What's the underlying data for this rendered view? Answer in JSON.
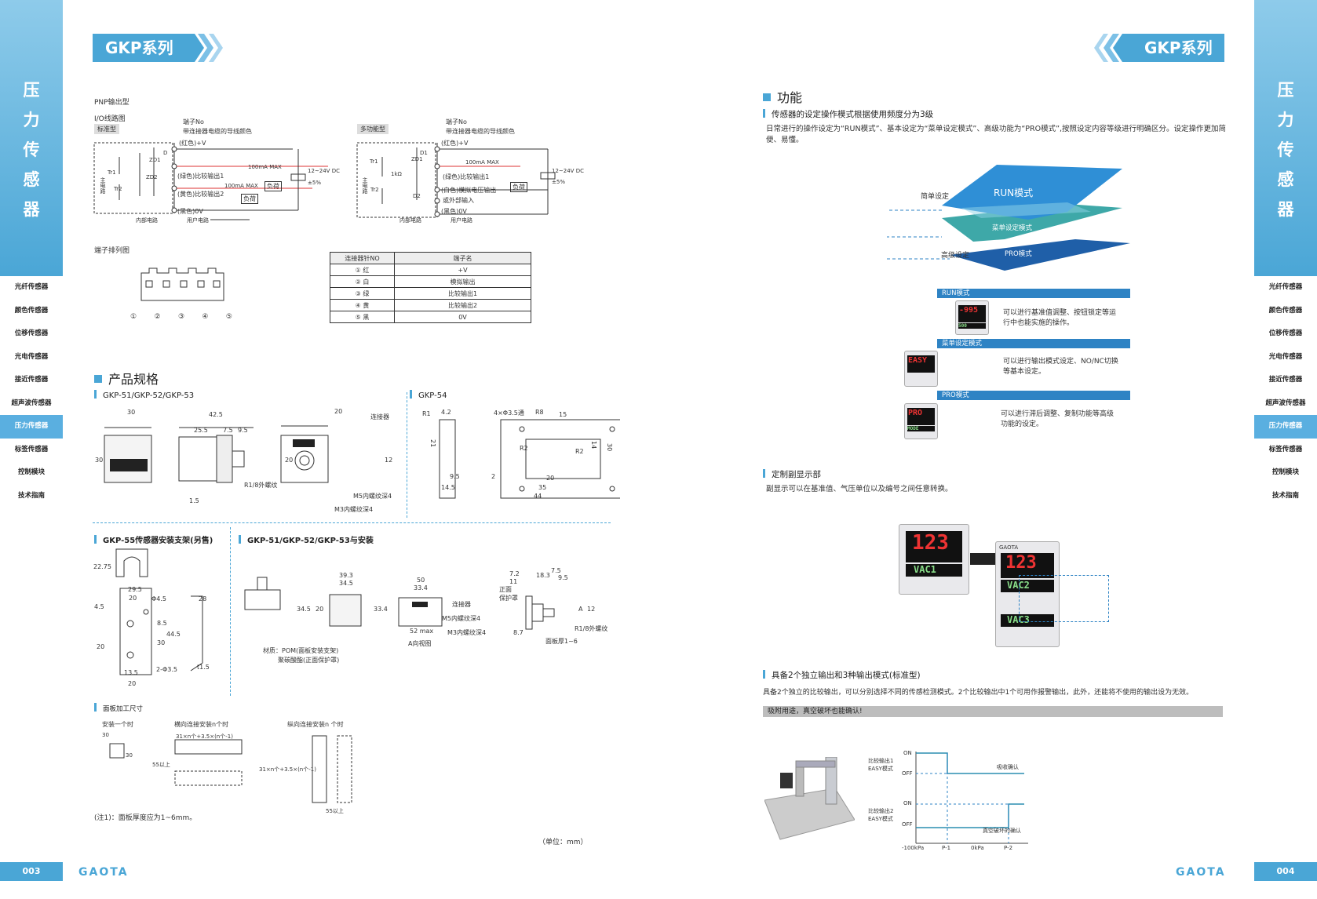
{
  "sidebar": {
    "title_chars": [
      "压",
      "力",
      "传",
      "感",
      "器"
    ],
    "items": [
      "光纤传感器",
      "颜色传感器",
      "位移传感器",
      "光电传感器",
      "接近传感器",
      "超声波传感器",
      "压力传感器",
      "标签传感器",
      "控制模块",
      "技术指南"
    ],
    "active": "压力传感器"
  },
  "header": {
    "left_title": "GKP系列",
    "right_title": "GKP系列"
  },
  "footer": {
    "left_page": "003",
    "right_page": "004",
    "brand": "GAOTA",
    "unit_note": "（单位：mm）"
  },
  "left": {
    "pnp_title": "PNP输出型",
    "io_title": "I/O线路图",
    "std_tag": "标准型",
    "multi_tag": "多功能型",
    "circuit": {
      "terminal_no": "端子No",
      "wire_color": "带连接器电缆的导线颜色",
      "red": "(红色)+V",
      "green": "(绿色)比较输出1",
      "yellow": "(黄色)比较输出2",
      "black": "(黑色)0V",
      "load": "负荷",
      "ma": "100mA MAX",
      "supply": "12~24V DC",
      "tol": "±5%",
      "internal": "内部电路",
      "user": "用户电路",
      "main": "主电路",
      "white": "(白色)模拟电压输出",
      "ext": "或外部输入",
      "tr1": "Tr1",
      "tr2": "Tr2",
      "zd1": "ZD1",
      "zd2": "ZD2",
      "d": "D",
      "d1": "D1",
      "d2": "D2",
      "r1k": "1kΩ"
    },
    "pin_title": "端子排列图",
    "pin_nums": [
      "①",
      "②",
      "③",
      "④",
      "⑤"
    ],
    "pin_table": {
      "headers": [
        "连接器针NO",
        "端子名"
      ],
      "rows": [
        [
          "① 红",
          "+V"
        ],
        [
          "② 白",
          "模拟输出"
        ],
        [
          "③ 绿",
          "比较输出1"
        ],
        [
          "④ 黄",
          "比较输出2"
        ],
        [
          "⑤ 黑",
          "0V"
        ]
      ]
    },
    "spec_title": "产品规格",
    "spec_a": "GKP-51/GKP-52/GKP-53",
    "spec_b": "GKP-54",
    "dims_a": {
      "w30": "30",
      "w42": "42.5",
      "w25": "25.5",
      "w75": "7.5",
      "w95": "9.5",
      "h30": "30",
      "w15": "1.5",
      "thread": "R1/8外螺纹",
      "w20": "20",
      "h20": "20",
      "h12": "12",
      "conn": "连接器",
      "m5": "M5内螺纹深4",
      "m3": "M3内螺纹深4"
    },
    "dims_b": {
      "r1": "R1",
      "w42": "4.2",
      "holes": "4×Φ3.5通",
      "r8": "R8",
      "w15": "15",
      "h30": "30",
      "w145": "14.5",
      "r2": "R2",
      "w2": "2",
      "w20": "20",
      "w35": "35",
      "w44": "44",
      "w95": "9.5",
      "h14": "14",
      "h21": "21"
    },
    "bracket_title": "GKP-55传感器安装支架(另售)",
    "mount_title": "GKP-51/GKP-52/GKP-53与安装",
    "bracket_dims": [
      "22.75",
      "29.5",
      "20",
      "Φ4.5",
      "28",
      "4.5",
      "8.5",
      "44.5",
      "30",
      "20",
      "13.5",
      "2-Φ3.5",
      "t1.5",
      "20"
    ],
    "mount_dims": {
      "a393": "39.3",
      "a345": "34.5",
      "a345b": "34.5",
      "a20": "20",
      "a334": "33.4",
      "a50": "50",
      "a334b": "33.4",
      "a52": "52 max",
      "conn": "连接器",
      "m5": "M5内螺纹深4",
      "m3": "M3内螺纹深4",
      "aview": "A向视图",
      "a72": "7.2",
      "a11": "11",
      "a183": "18.3",
      "a75": "7.5",
      "a95": "9.5",
      "front": "正面",
      "guard": "保护罩",
      "a": "A",
      "a12": "12",
      "a87": "8.7",
      "r18": "R1/8外螺纹",
      "panel": "面板厚1~6"
    },
    "material": "材质：POM(面板安装支架)",
    "material2": "聚碳酸酯(正面保护罩)",
    "panel_title": "面板加工尺寸",
    "panel_single": "安装一个时",
    "panel_h": "横向连接安装n个时",
    "panel_v": "纵向连接安装n 个时",
    "panel_dims": {
      "d30": "30",
      "d30b": "30",
      "formula_h": "31×n个+3.5×(n个-1)",
      "d55": "55以上",
      "formula_v": "31×n个+3.5×(n个-1)",
      "d55b": "55以上"
    },
    "note": "(注1)：面板厚度应为1~6mm。"
  },
  "right": {
    "func_title": "功能",
    "func_sub": "传感器的设定操作模式根据使用频度分为3级",
    "func_text": "日常进行的操作设定为“RUN模式”、基本设定为“菜单设定模式”、高级功能为“PRO模式”,按照设定内容等级进行明确区分。设定操作更加简便、易懂。",
    "layers": {
      "run": "RUN模式",
      "menu": "菜单设定模式",
      "pro": "PRO模式",
      "simple": "简单设定",
      "adv": "高级设定"
    },
    "modes": [
      {
        "bar": "RUN模式",
        "lcd1": "-995",
        "lcd2": "500",
        "text": "可以进行基准值调整、按钮锁定等运行中也能实施的操作。"
      },
      {
        "bar": "菜单设定模式",
        "lcd1": "EASY",
        "lcd2": "",
        "text": "可以进行输出模式设定、NO/NC切换等基本设定。"
      },
      {
        "bar": "PRO模式",
        "lcd1": "PRO",
        "lcd2": "MODE",
        "text": "可以进行滞后调整、复制功能等高级功能的设定。"
      }
    ],
    "sub_disp_title": "定制副显示部",
    "sub_disp_text": "副显示可以在基准值、气压单位以及编号之间任意转换。",
    "disp": {
      "main": "123",
      "s1": "VAC1",
      "s2": "VAC2",
      "s3": "VAC3",
      "brand": "GAOTA"
    },
    "dual_title": "具备2个独立输出和3种输出模式(标准型)",
    "dual_text": "具备2个独立的比较输出，可以分别选择不同的传感检测模式。2个比较输出中1个可用作报警输出，此外，还能将不使用的输出设为无效。",
    "gray_bar": "吸附用途，真空破坏也能确认!",
    "timing": {
      "out1": "比较输出1",
      "easy1": "EASY模式",
      "out2": "比较输出2",
      "easy2": "EASY模式",
      "on": "ON",
      "off": "OFF",
      "absorb": "吸收确认",
      "vac_break": "真空破坏的确认",
      "x": [
        "-100kPa",
        "P-1",
        "0kPa",
        "P-2"
      ]
    }
  }
}
